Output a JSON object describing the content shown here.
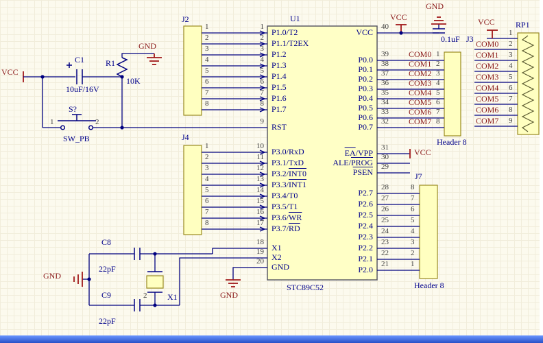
{
  "u1": {
    "designator": "U1",
    "part": "STC89C52",
    "left_pins": [
      {
        "num": "1",
        "name": "P1.0/T2"
      },
      {
        "num": "2",
        "name": "P1.1/T2EX"
      },
      {
        "num": "3",
        "name": "P1.2"
      },
      {
        "num": "4",
        "name": "P1.3"
      },
      {
        "num": "5",
        "name": "P1.4"
      },
      {
        "num": "6",
        "name": "P1.5"
      },
      {
        "num": "7",
        "name": "P1.6"
      },
      {
        "num": "8",
        "name": "P1.7"
      },
      {
        "num": "9",
        "name": "RST"
      },
      {
        "num": "10",
        "name": "P3.0/RxD"
      },
      {
        "num": "11",
        "name": "P3.1/TxD"
      },
      {
        "num": "12",
        "name": "P3.2/INT0",
        "bar": "INT0"
      },
      {
        "num": "13",
        "name": "P3.3/INT1",
        "bar": "INT1"
      },
      {
        "num": "14",
        "name": "P3.4/T0"
      },
      {
        "num": "15",
        "name": "P3.5/T1"
      },
      {
        "num": "16",
        "name": "P3.6/WR",
        "bar": "WR"
      },
      {
        "num": "17",
        "name": "P3.7/RD",
        "bar": "RD"
      },
      {
        "num": "18",
        "name": "X1"
      },
      {
        "num": "19",
        "name": "X2"
      },
      {
        "num": "20",
        "name": "GND"
      }
    ],
    "right_pins": [
      {
        "num": "40",
        "name": "VCC"
      },
      {
        "num": "39",
        "name": "P0.0"
      },
      {
        "num": "38",
        "name": "P0.1"
      },
      {
        "num": "37",
        "name": "P0.2"
      },
      {
        "num": "36",
        "name": "P0.3"
      },
      {
        "num": "35",
        "name": "P0.4"
      },
      {
        "num": "34",
        "name": "P0.5"
      },
      {
        "num": "33",
        "name": "P0.6"
      },
      {
        "num": "32",
        "name": "P0.7"
      },
      {
        "num": "31",
        "name": "EA/VPP",
        "bar": "EA"
      },
      {
        "num": "30",
        "name": "ALE/PROG",
        "bar": "PROG"
      },
      {
        "num": "29",
        "name": "PSEN",
        "bar": "PSEN"
      },
      {
        "num": "28",
        "name": "P2.7"
      },
      {
        "num": "27",
        "name": "P2.6"
      },
      {
        "num": "26",
        "name": "P2.5"
      },
      {
        "num": "25",
        "name": "P2.4"
      },
      {
        "num": "24",
        "name": "P2.3"
      },
      {
        "num": "23",
        "name": "P2.2"
      },
      {
        "num": "22",
        "name": "P2.1"
      },
      {
        "num": "21",
        "name": "P2.0"
      }
    ]
  },
  "j2": {
    "designator": "J2",
    "pins": [
      "1",
      "2",
      "3",
      "4",
      "5",
      "6",
      "7",
      "8"
    ]
  },
  "j4": {
    "designator": "J4",
    "pins": [
      "1",
      "2",
      "3",
      "4",
      "5",
      "6",
      "7",
      "8"
    ]
  },
  "j3": {
    "designator": "J3",
    "comment": "Header 8",
    "rows": [
      {
        "net": "COM0",
        "pin": "1"
      },
      {
        "net": "COM1",
        "pin": "2"
      },
      {
        "net": "COM2",
        "pin": "3"
      },
      {
        "net": "COM3",
        "pin": "4"
      },
      {
        "net": "COM4",
        "pin": "5"
      },
      {
        "net": "COM5",
        "pin": "6"
      },
      {
        "net": "COM6",
        "pin": "7"
      },
      {
        "net": "COM7",
        "pin": "8"
      }
    ]
  },
  "j7": {
    "designator": "J7",
    "comment": "Header 8",
    "pins": [
      "8",
      "7",
      "6",
      "5",
      "4",
      "3",
      "2",
      "1"
    ]
  },
  "rp1": {
    "designator": "RP1",
    "vcc_label": "VCC",
    "pin1": "1",
    "rows": [
      {
        "net": "COM0",
        "pin": "2"
      },
      {
        "net": "COM1",
        "pin": "3"
      },
      {
        "net": "COM2",
        "pin": "4"
      },
      {
        "net": "COM3",
        "pin": "5"
      },
      {
        "net": "COM4",
        "pin": "6"
      },
      {
        "net": "COM5",
        "pin": "7"
      },
      {
        "net": "COM6",
        "pin": "8"
      },
      {
        "net": "COM7",
        "pin": "9"
      }
    ]
  },
  "reset_circuit": {
    "vcc_label": "VCC",
    "c1_designator": "C1",
    "c1_value": "10uF/16V",
    "r1_designator": "R1",
    "r1_value": "10K",
    "gnd_label": "GND",
    "switch_designator": "S?",
    "switch_part": "SW_PB",
    "switch_pin1": "1",
    "switch_pin2": "2"
  },
  "xtal_circuit": {
    "c8_designator": "C8",
    "c8_value": "22pF",
    "c9_designator": "C9",
    "c9_value": "22pF",
    "x1_designator": "X1",
    "x1_pin2": "2",
    "gnd_label": "GND"
  },
  "power": {
    "pin40_vcc": "VCC",
    "top_gnd": "GND",
    "decoupling_value": "0.1uF",
    "ea_vcc": "VCC",
    "pin20_gnd": "GND"
  },
  "colors": {
    "wire": "#000080",
    "power": "#A01818",
    "net_label": "#8B1A1A",
    "designator": "#00008B",
    "part_fill": "#FFFFC0"
  }
}
